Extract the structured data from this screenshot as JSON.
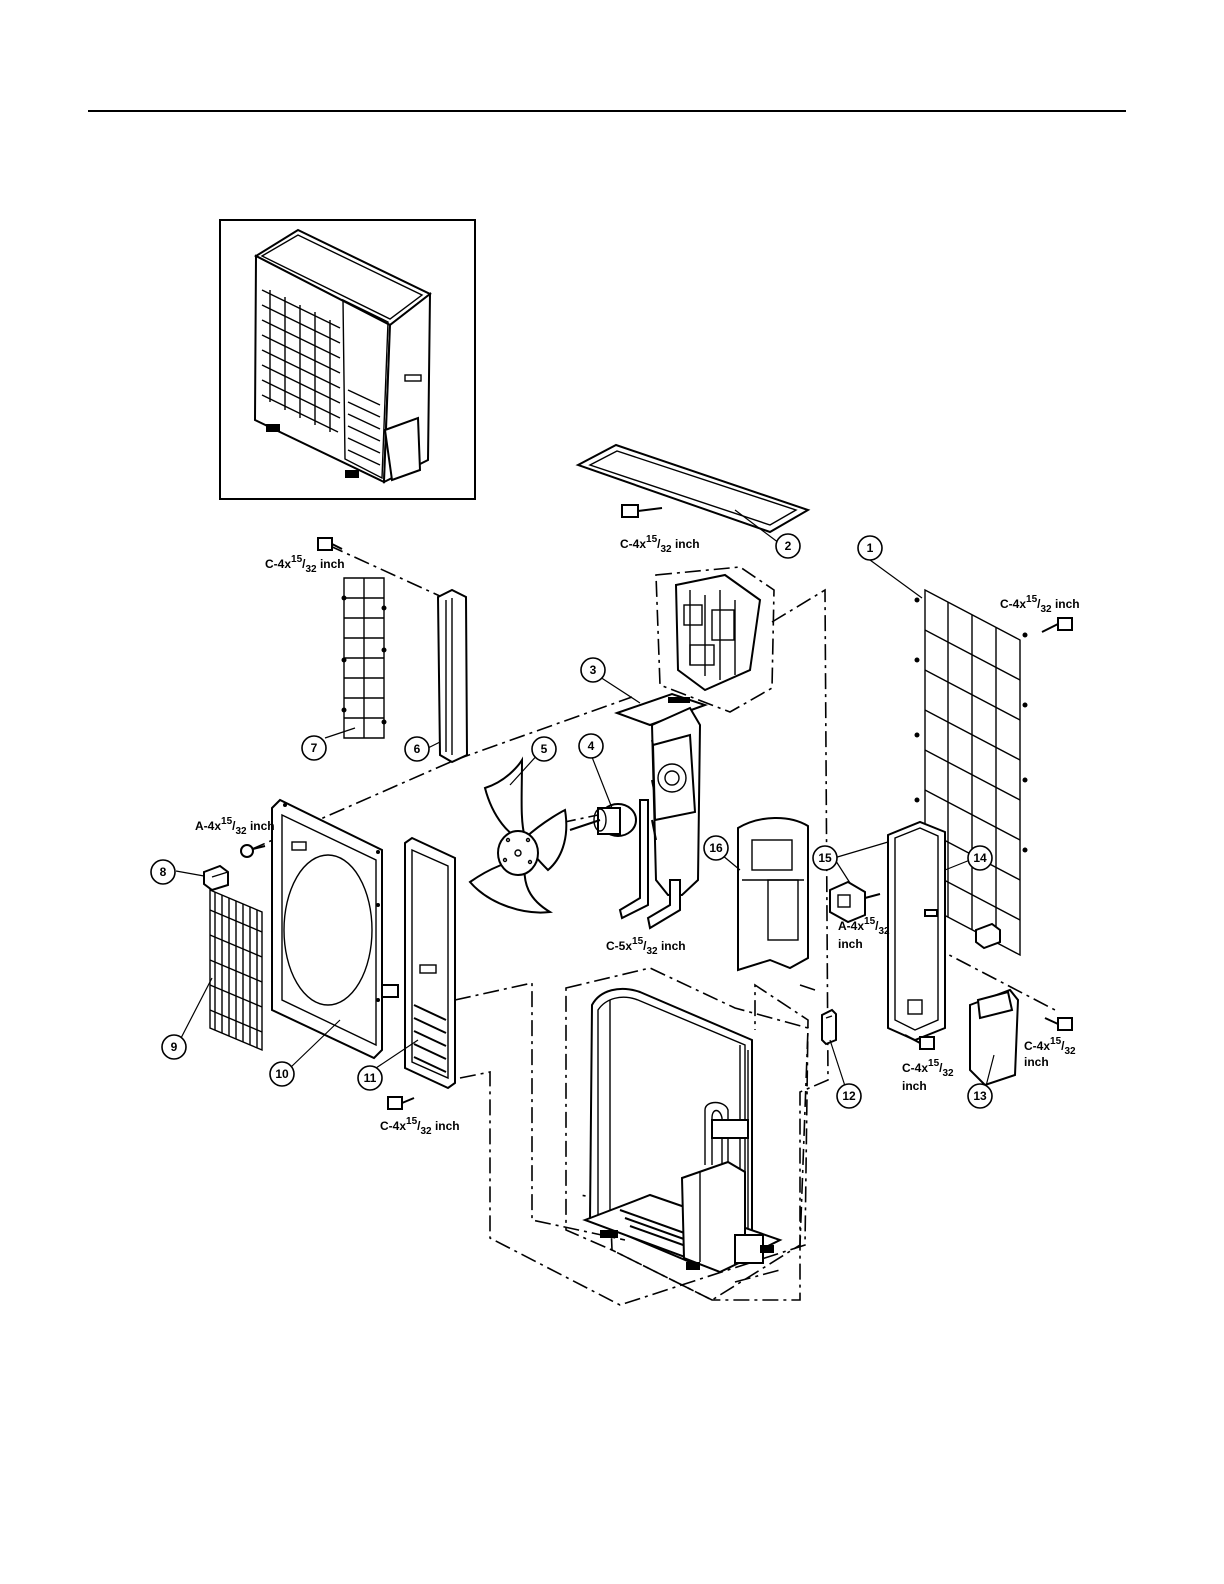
{
  "callouts": [
    {
      "id": "c1",
      "number": "1"
    },
    {
      "id": "c2",
      "number": "2"
    },
    {
      "id": "c3",
      "number": "3"
    },
    {
      "id": "c4",
      "number": "4"
    },
    {
      "id": "c5",
      "number": "5"
    },
    {
      "id": "c6",
      "number": "6"
    },
    {
      "id": "c7",
      "number": "7"
    },
    {
      "id": "c8",
      "number": "8"
    },
    {
      "id": "c9",
      "number": "9"
    },
    {
      "id": "c10",
      "number": "10"
    },
    {
      "id": "c11",
      "number": "11"
    },
    {
      "id": "c12",
      "number": "12"
    },
    {
      "id": "c13",
      "number": "13"
    },
    {
      "id": "c14",
      "number": "14"
    },
    {
      "id": "c15",
      "number": "15"
    },
    {
      "id": "c16",
      "number": "16"
    }
  ],
  "screw_labels": {
    "top_panel": {
      "prefix": "C-4x",
      "num": "15",
      "den": "32",
      "unit": "inch"
    },
    "rear_grille": {
      "prefix": "C-4x",
      "num": "15",
      "den": "32",
      "unit": "inch"
    },
    "right_grille": {
      "prefix": "C-4x",
      "num": "15",
      "den": "32",
      "unit": "inch"
    },
    "front_panel": {
      "prefix": "A-4x",
      "num": "15",
      "den": "32",
      "unit": "inch"
    },
    "motor_mount": {
      "prefix": "C-5x",
      "num": "15",
      "den": "32",
      "unit": "inch"
    },
    "switch": {
      "prefix": "A-4x",
      "num": "15",
      "den": "32",
      "unit": "inch"
    },
    "side_panel": {
      "prefix": "C-4x",
      "num": "15",
      "den": "32",
      "unit": "inch"
    },
    "handle": {
      "prefix": "C-4x",
      "num": "15",
      "den": "32",
      "unit": "inch"
    },
    "front_right": {
      "prefix": "C-4x",
      "num": "15",
      "den": "32",
      "unit": "inch"
    }
  }
}
